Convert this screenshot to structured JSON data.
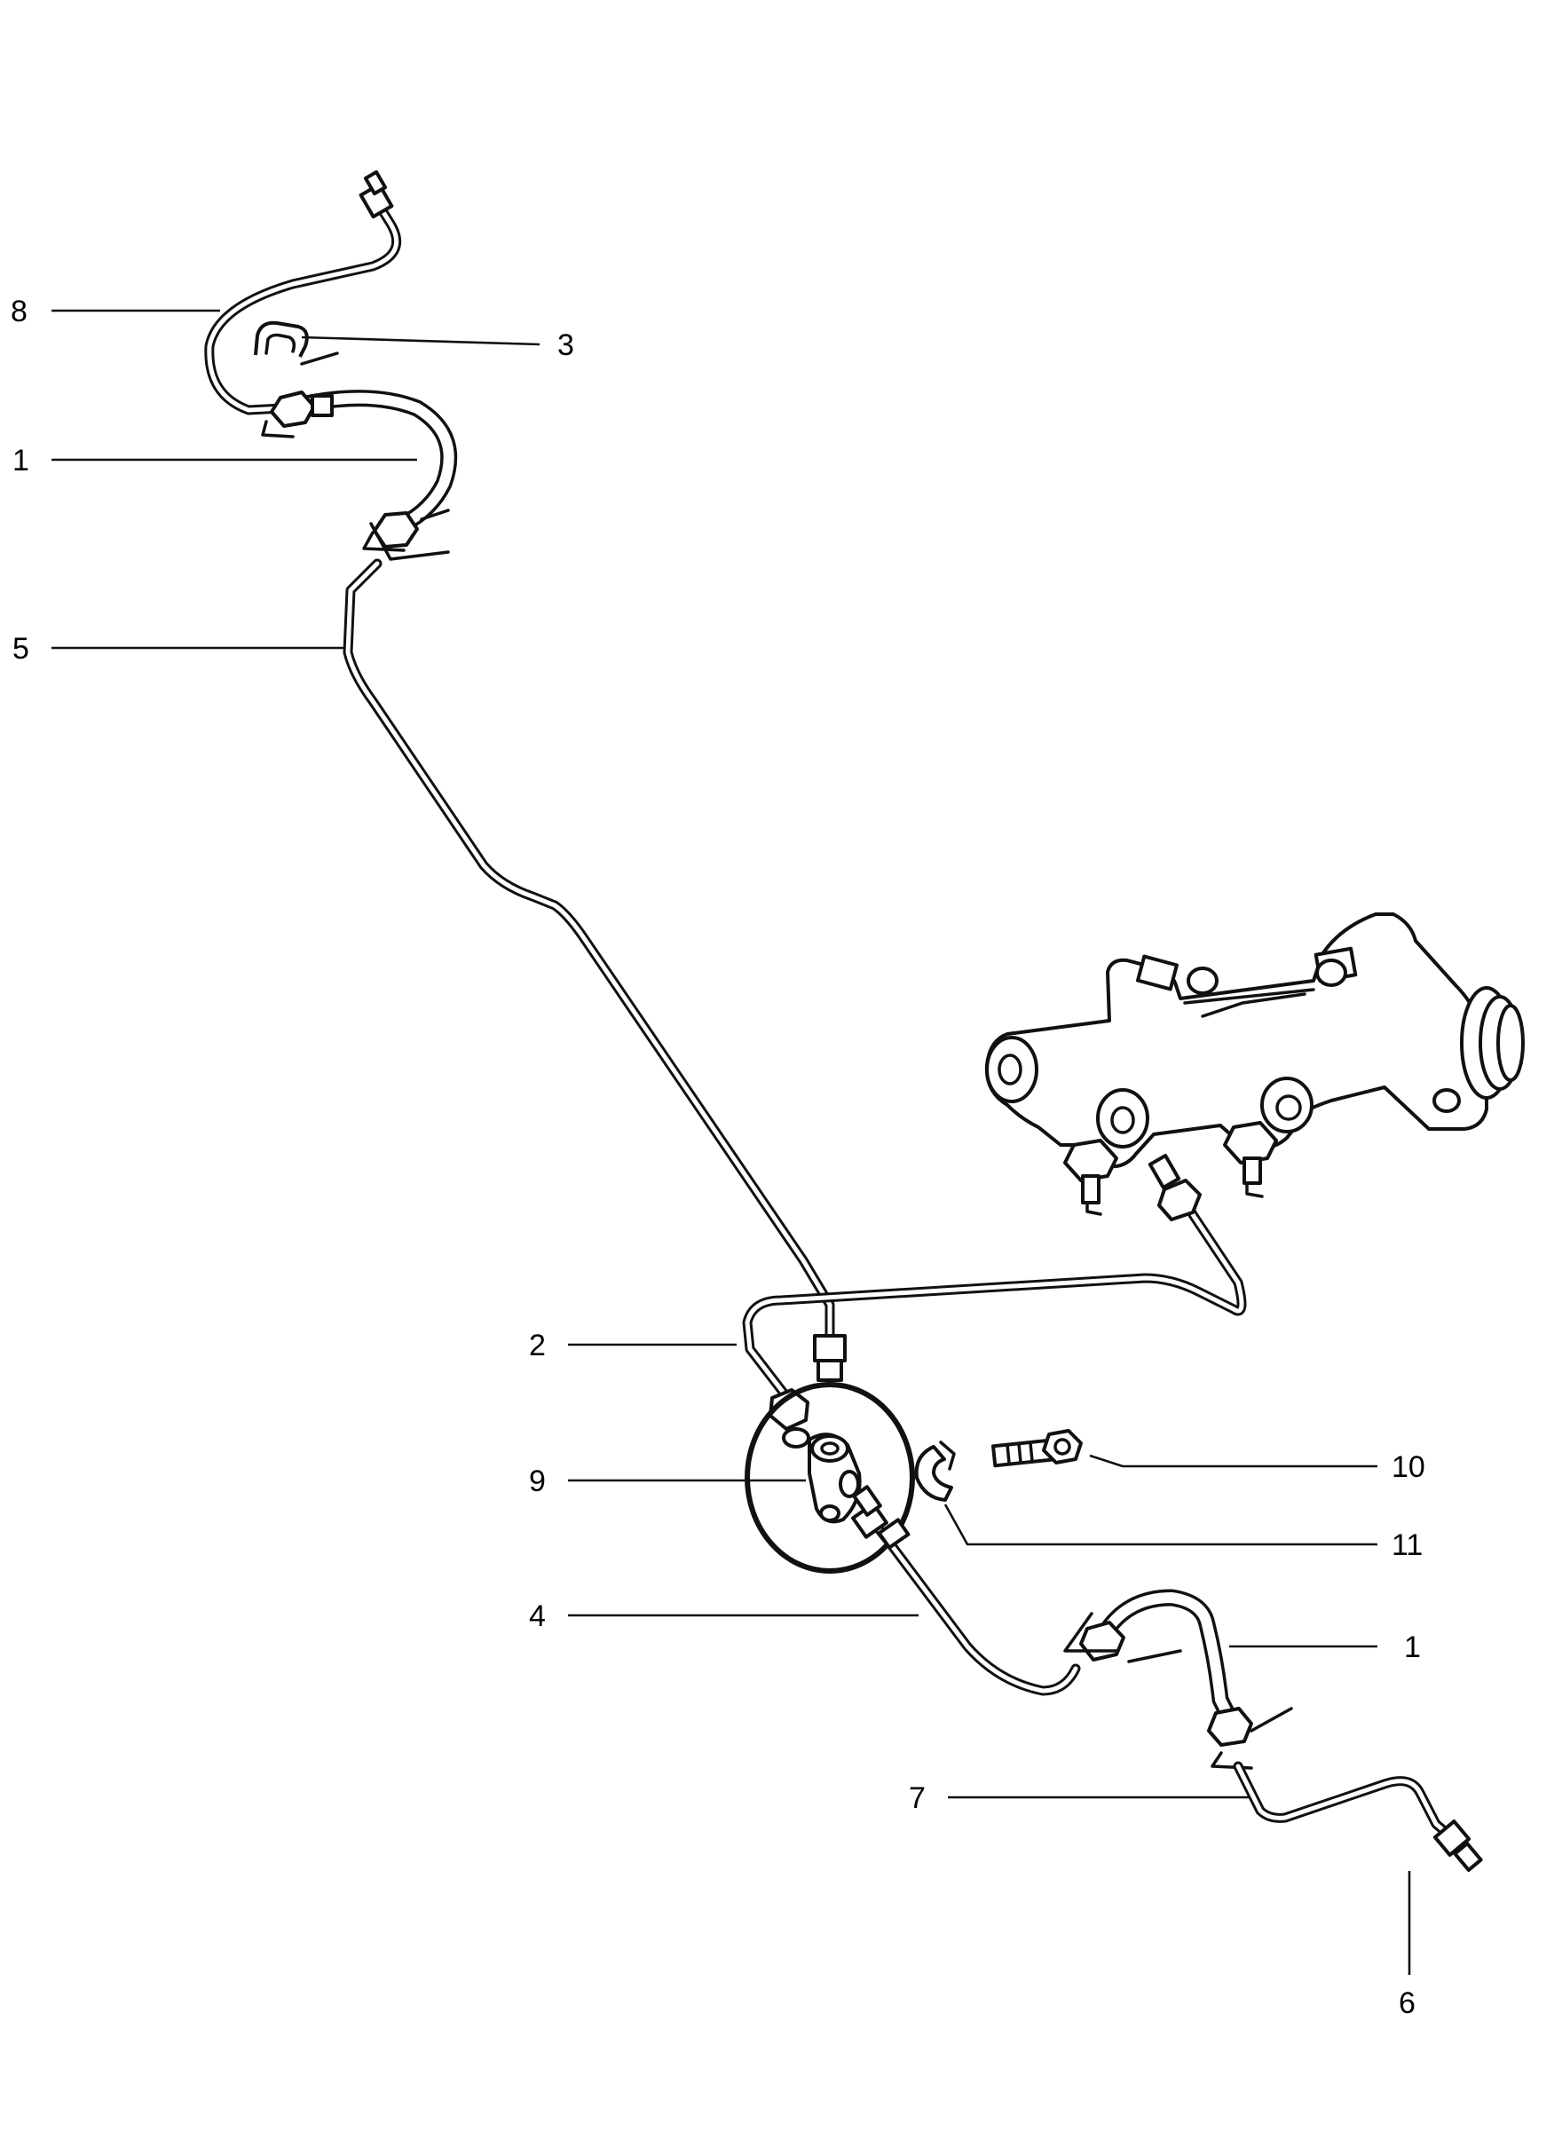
{
  "callouts": [
    {
      "id": "c8",
      "text": "8"
    },
    {
      "id": "c3",
      "text": "3"
    },
    {
      "id": "c1a",
      "text": "1"
    },
    {
      "id": "c5",
      "text": "5"
    },
    {
      "id": "c2",
      "text": "2"
    },
    {
      "id": "c9",
      "text": "9"
    },
    {
      "id": "c10",
      "text": "10"
    },
    {
      "id": "c11",
      "text": "11"
    },
    {
      "id": "c4",
      "text": "4"
    },
    {
      "id": "c1b",
      "text": "1"
    },
    {
      "id": "c7",
      "text": "7"
    },
    {
      "id": "c6",
      "text": "6"
    }
  ]
}
